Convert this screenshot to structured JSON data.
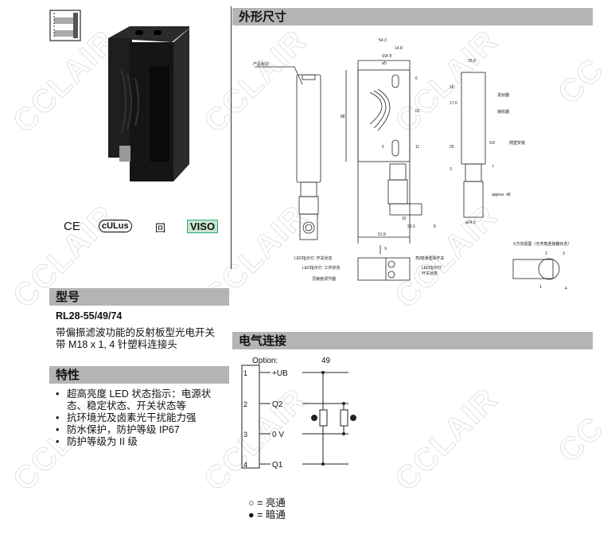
{
  "left": {
    "certs": [
      "CE",
      "cULus",
      "回",
      "VISO"
    ],
    "model_heading": "型号",
    "model": "RL28-55/49/74",
    "description": [
      "带偏振滤波功能的反射板型光电开关",
      "带 M18 x 1, 4 针塑料连接头"
    ],
    "features_heading": "特性",
    "features": [
      "超高亮度 LED 状态指示：电源状态、稳定状态、开关状态等",
      "抗环境光及卤素光干扰能力强",
      "防水保护，防护等级 IP67",
      "防护等级为 II 级"
    ]
  },
  "dimensions": {
    "heading": "外形尺寸",
    "product_label": "产品标识",
    "dims": [
      "54.3",
      "14.8",
      "SW 8",
      "ø5",
      "88",
      "6",
      "62",
      "5",
      "11",
      "51.8",
      "10",
      "23.5",
      "8",
      "25.8",
      "16",
      "17.6",
      "25",
      "9.8",
      "7",
      "3",
      "approx. 48",
      "ø24.5"
    ],
    "emitter": "发射器",
    "receiver": "接收器",
    "mount": "侧壁安装",
    "x_arrow": "X",
    "led_switch": "LED指示灯: 开关状态",
    "led_work": "LED指示灯: 工作状态",
    "sens_adj": "灵敏度调节器",
    "light_dark": "亮/暗通选择开关",
    "led_switch2a": "LED指示灯:",
    "led_switch2b": "开关状态",
    "x_view": "X方向视图（无弯角连接器状态）",
    "pins": [
      "1",
      "2",
      "3",
      "4"
    ]
  },
  "electrical": {
    "heading": "电气连接",
    "option_label": "Option:",
    "option_value": "49",
    "pins": [
      {
        "n": "1",
        "label": "+UB"
      },
      {
        "n": "2",
        "label": "Q2"
      },
      {
        "n": "3",
        "label": "0 V"
      },
      {
        "n": "4",
        "label": "Q1"
      }
    ],
    "legend": [
      {
        "sym": "○",
        "text": "= 亮通"
      },
      {
        "sym": "●",
        "text": "= 暗通"
      }
    ]
  }
}
